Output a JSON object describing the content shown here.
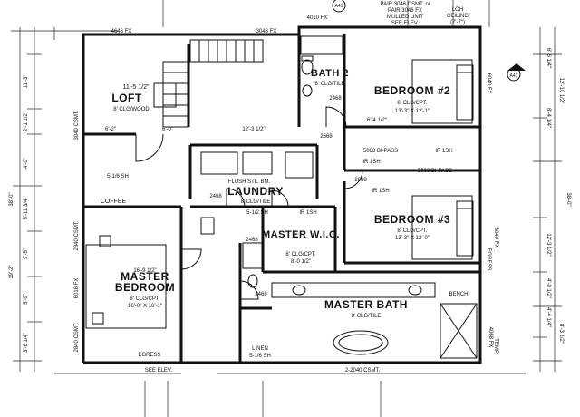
{
  "rooms": {
    "loft": {
      "name": "LOFT",
      "size": "11'-5 1/2\"",
      "ceiling": "8' CLG/WOOD"
    },
    "bath2": {
      "name": "BATH 2",
      "ceiling": "8' CLG/TILE"
    },
    "bedroom2": {
      "name": "BEDROOM #2",
      "ceiling": "8' CLG/CPT.",
      "size": "13'-3\" X 12'-1\""
    },
    "laundry": {
      "name": "LAUNDRY",
      "ceiling": "8' CLG/TILE",
      "note": "FLUSH STL. BM."
    },
    "coffee": {
      "name": "COFFEE"
    },
    "master_wic": {
      "name": "MASTER W.I.C.",
      "ceiling": "8' CLG/CPT.",
      "size": "8'-0 1/2\""
    },
    "bedroom3": {
      "name": "BEDROOM #3",
      "ceiling": "8' CLG/CPT.",
      "size": "13'-3\" X 12'-0\""
    },
    "master_bedroom": {
      "name_line1": "MASTER",
      "name_line2": "BEDROOM",
      "ceiling": "8' CLG/CPT.",
      "size": "16'-0\" X 16'-1\""
    },
    "master_bath": {
      "name": "MASTER BATH",
      "ceiling": "8' CLG/TILE"
    }
  },
  "labels": {
    "window_top_left": "4646 FX",
    "window_top_mid": "3046 FX",
    "window_bath": "4010 FX",
    "window_top_right_1": "PAIR 3046 CSMT. o/",
    "window_top_right_2": "PAIR 3046 FX",
    "window_top_right_3": "MULLED UNIT",
    "window_top_right_4": "SEE ELEV.",
    "loh_1": "LOH",
    "loh_2": "CEILING",
    "loh_3": "(7'-7\")",
    "bipass_1": "5068 BI-PASS",
    "bipass_2": "5068 BI-PASS",
    "ir_1": "IR 1SH",
    "ir_2": "IR 1SH",
    "ir_3": "IR 1SH",
    "ir_4": "IR 1SH",
    "sh_loft": "5-1/6 SH",
    "sh_laundry": "5-1/2 SH",
    "door_2668_a": "2668",
    "door_2668_b": "2668",
    "door_2468_a": "2468",
    "door_2468_b": "2468",
    "door_2468_c": "2468",
    "door_2468_d": "2468",
    "window_bed3_1": "3040 FX",
    "window_bed3_2": "EGRESS",
    "window_bed2": "6040 FX",
    "window_loft": "3040 CSMT.",
    "window_mbed_1": "2840 CSMT.",
    "window_mbed_2": "6016 FX",
    "window_mbed_3": "2840 CSMT.",
    "egress_bottom": "EGRESS",
    "see_elev_bottom": "SEE ELEV.",
    "csmt_bottom": "2-2040 CSMT.",
    "linen_1": "LINEN",
    "linen_2": "5-1/6 SH",
    "bench": "BENCH",
    "temp": "4068 FX",
    "temp2": "TEMP.",
    "section_1": "A41",
    "section_2": "A41"
  },
  "dimensions": {
    "left_total": "38'-0\"",
    "right_total": "38'-0\"",
    "right_1": "6'-6 1/4\"",
    "right_2": "12'-10 1/2\"",
    "right_3": "8'-4 1/4\"",
    "right_4": "12'-3 1/2\"",
    "right_5": "4'-0 1/2\"",
    "right_6": "8'-3 1/2\"",
    "right_7": "4'-4 1/4\"",
    "left_1": "11'-3\"",
    "left_2": "2'-1 1/2\"",
    "left_3": "4'-0\"",
    "left_4": "5'-11 3/4\"",
    "left_5": "19'-2\"",
    "left_6": "9'-5\"",
    "left_7": "5'-9\"",
    "left_8": "3'-6 1/4\"",
    "loft_w": "6'-2\"",
    "loft_w2": "6'-0\"",
    "mid_w": "12'-3 1/2\"",
    "hall_w": "6'-4 1/2\"",
    "mbed_w": "16'-9 1/2\""
  }
}
